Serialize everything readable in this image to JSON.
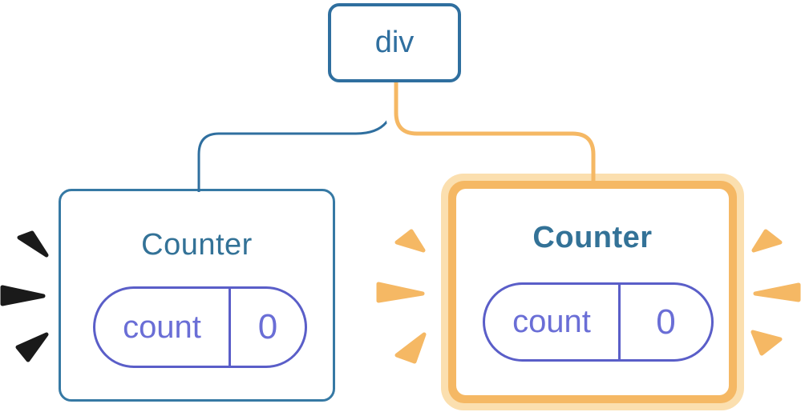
{
  "tree": {
    "root": {
      "label": "div"
    },
    "left_counter": {
      "title": "Counter",
      "state_key": "count",
      "state_value": "0",
      "highlighted": false
    },
    "right_counter": {
      "title": "Counter",
      "state_key": "count",
      "state_value": "0",
      "highlighted": true
    }
  },
  "icons": {
    "left_sparks": "emphasis-sparks-dark",
    "middle_sparks": "emphasis-sparks-orange",
    "right_sparks": "emphasis-sparks-orange"
  },
  "colors": {
    "blue-stroke": "#2F6F9F",
    "card-blue-border": "#3679A4",
    "title-blue": "#337297",
    "purple-border": "#5A5EC8",
    "purple-text": "#6A6ED6",
    "orange": "#F5B864",
    "orange-light": "#FBDFAF",
    "spark-dark": "#1A1A1A"
  }
}
